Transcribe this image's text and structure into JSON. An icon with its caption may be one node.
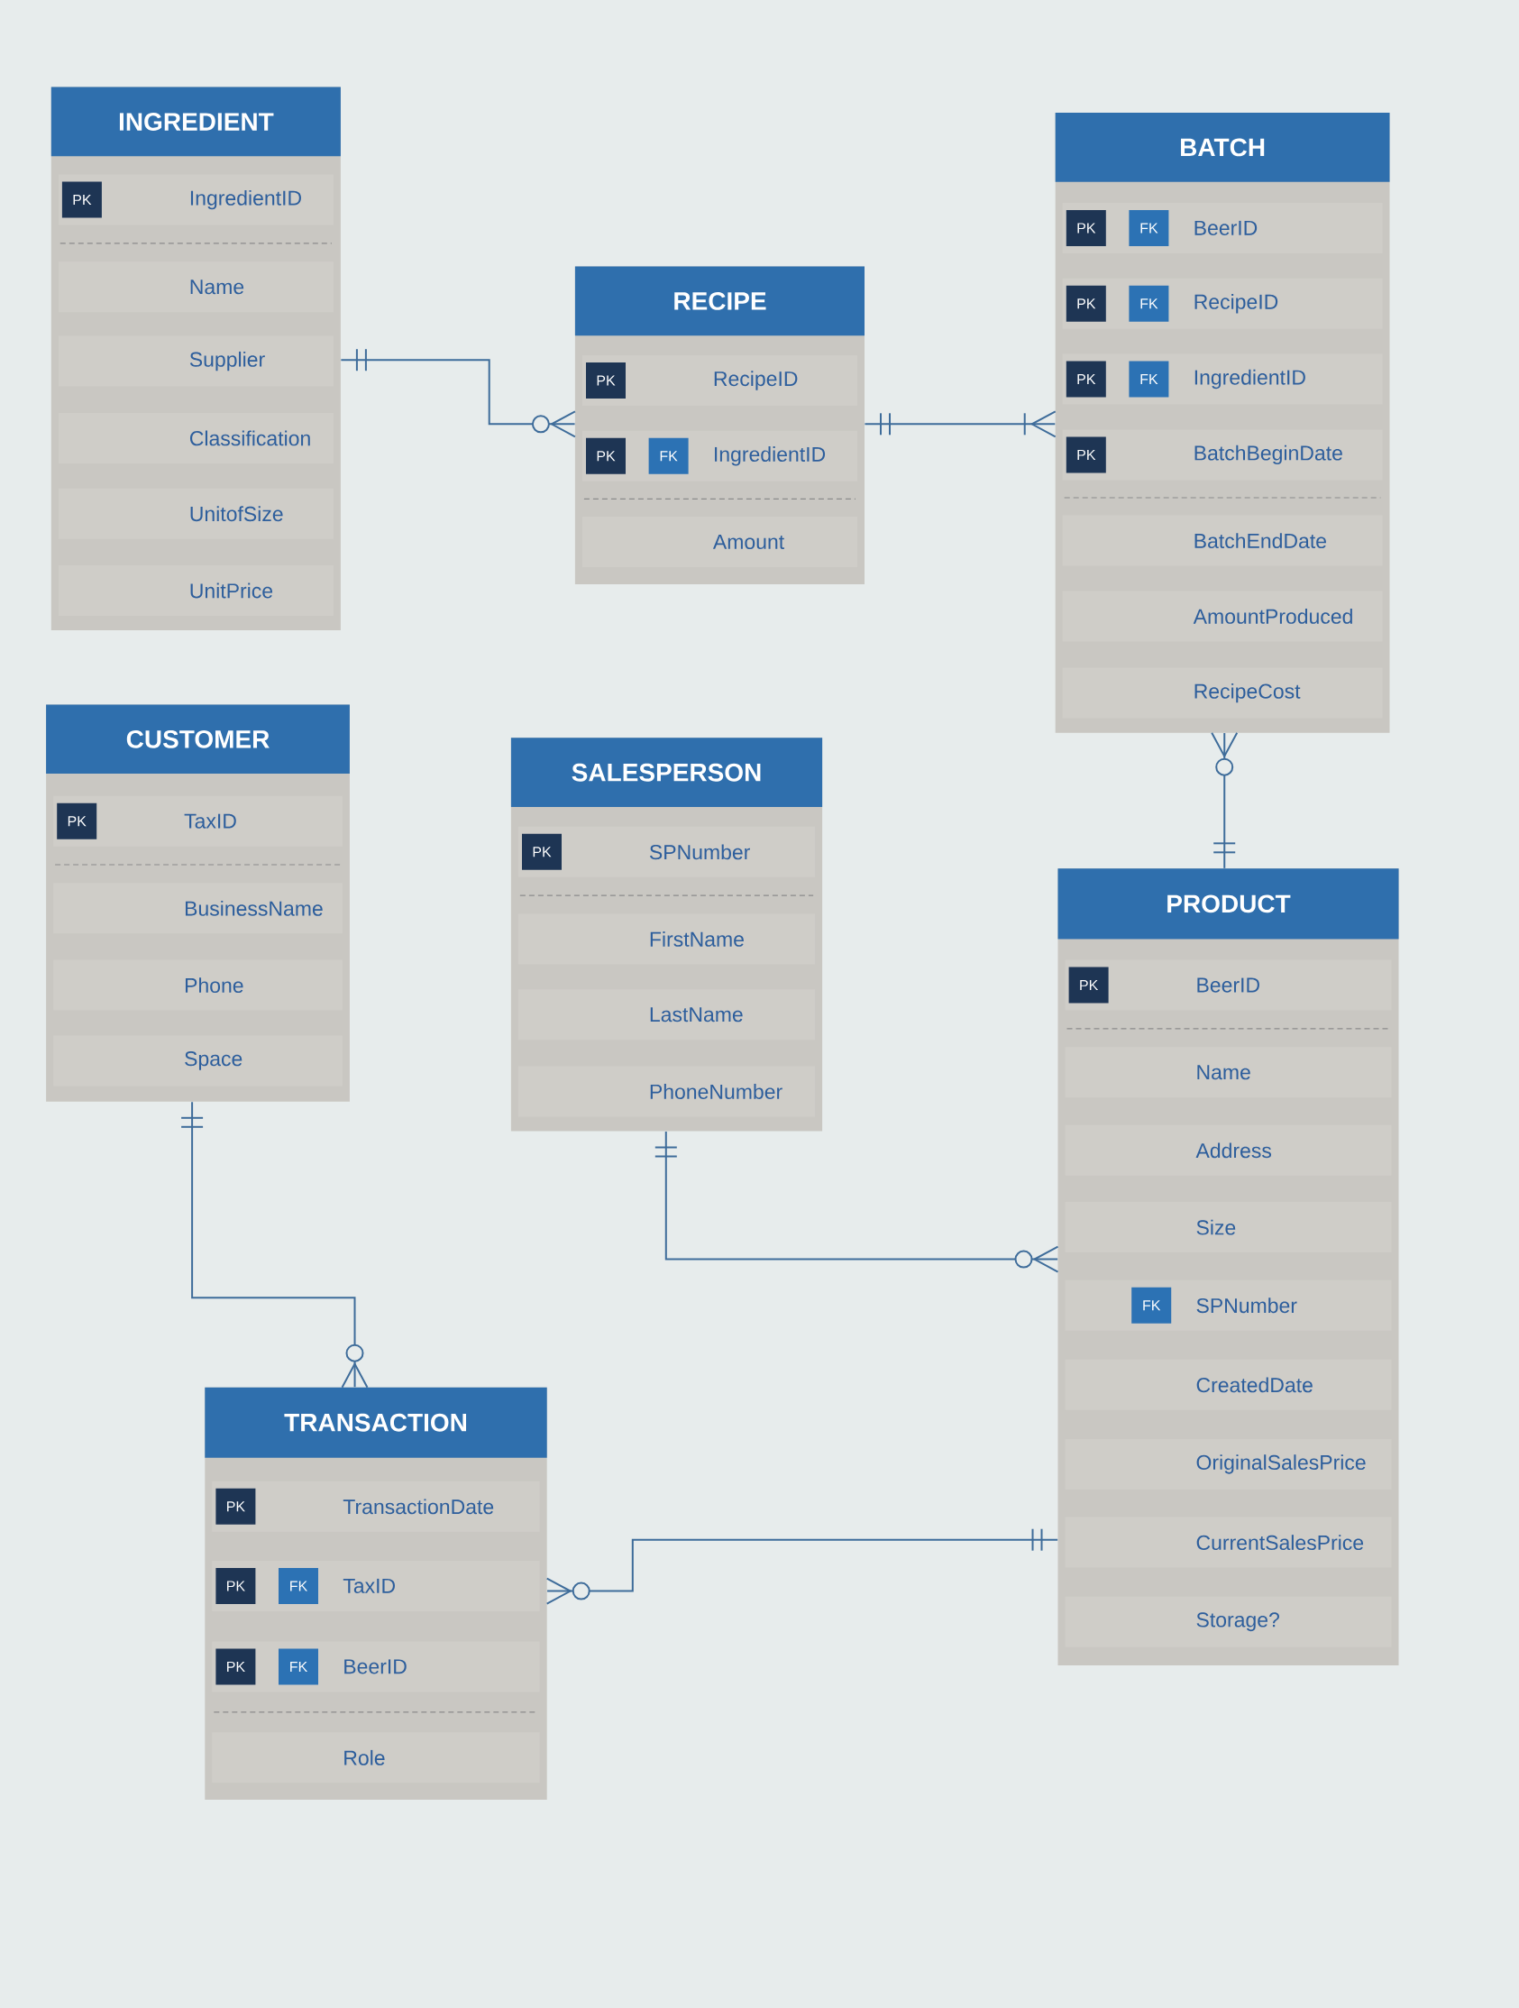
{
  "diagram": {
    "nodes": [
      {
        "text": [
          "INGREDIENT"
        ]
      },
      {
        "text": [
          "PK",
          "IngredientID"
        ],
        "in": 0
      },
      {
        "text": [
          "Name"
        ],
        "in": 0
      },
      {
        "text": [
          "Supplier"
        ],
        "in": 0
      },
      {
        "text": [
          "Classification"
        ],
        "in": 0
      },
      {
        "text": [
          "UnitofSize"
        ],
        "in": 0
      },
      {
        "text": [
          "UnitPrice"
        ],
        "in": 0
      },
      {
        "text": [
          "RECIPE"
        ]
      },
      {
        "text": [
          "PK",
          "RecipeID"
        ],
        "in": 7
      },
      {
        "text": [
          "PK",
          "FK",
          "IngredientID"
        ],
        "in": 7
      },
      {
        "text": [
          "Amount"
        ],
        "in": 7
      },
      {
        "text": [
          "BATCH"
        ]
      },
      {
        "text": [
          "PK",
          "FK",
          "BeerID"
        ],
        "in": 11
      },
      {
        "text": [
          "PK",
          "FK",
          "RecipeID"
        ],
        "in": 11
      },
      {
        "text": [
          "PK",
          "FK",
          "IngredientID"
        ],
        "in": 11
      },
      {
        "text": [
          "PK",
          "BatchBeginDate"
        ],
        "in": 11
      },
      {
        "text": [
          "BatchEndDate"
        ],
        "in": 11
      },
      {
        "text": [
          "AmountProduced"
        ],
        "in": 11
      },
      {
        "text": [
          "RecipeCost"
        ],
        "in": 11
      },
      {
        "text": [
          "CUSTOMER"
        ]
      },
      {
        "text": [
          "PK",
          "TaxID"
        ],
        "in": 19
      },
      {
        "text": [
          "BusinessName"
        ],
        "in": 19
      },
      {
        "text": [
          "Phone"
        ],
        "in": 19
      },
      {
        "text": [
          "Space"
        ],
        "in": 19
      },
      {
        "text": [
          "SALESPERSON"
        ]
      },
      {
        "text": [
          "PK",
          "SPNumber"
        ],
        "in": 24
      },
      {
        "text": [
          "FirstName"
        ],
        "in": 24
      },
      {
        "text": [
          "LastName"
        ],
        "in": 24
      },
      {
        "text": [
          "PhoneNumber"
        ],
        "in": 24
      },
      {
        "text": [
          "PRODUCT"
        ]
      },
      {
        "text": [
          "PK",
          "BeerID"
        ],
        "in": 29
      },
      {
        "text": [
          "Name"
        ],
        "in": 29
      },
      {
        "text": [
          "Address"
        ],
        "in": 29
      },
      {
        "text": [
          "Size"
        ],
        "in": 29
      },
      {
        "text": [
          "FK",
          "SPNumber"
        ],
        "in": 29
      },
      {
        "text": [
          "CreatedDate"
        ],
        "in": 29
      },
      {
        "text": [
          "OriginalSalesPrice"
        ],
        "in": 29
      },
      {
        "text": [
          "CurrentSalesPrice"
        ],
        "in": 29
      },
      {
        "text": [
          "Storage?"
        ],
        "in": 29
      },
      {
        "text": [
          "TRANSACTION"
        ]
      },
      {
        "text": [
          "PK",
          "TransactionDate"
        ],
        "in": 39
      },
      {
        "text": [
          "PK",
          "FK",
          "TaxID"
        ],
        "in": 39
      },
      {
        "text": [
          "PK",
          "FK",
          "BeerID"
        ],
        "in": 39
      },
      {
        "text": [
          "Role"
        ],
        "in": 39
      }
    ],
    "edges": [
      {
        "from": 0,
        "to": 7,
        "arrow": "other"
      },
      {
        "from": 7,
        "to": 11,
        "arrow": "other"
      },
      {
        "from": 29,
        "to": 11,
        "arrow": "other"
      },
      {
        "from": 24,
        "to": 29,
        "arrow": "other"
      },
      {
        "from": 19,
        "to": 39,
        "arrow": "other"
      },
      {
        "from": 29,
        "to": 39,
        "arrow": "other"
      }
    ]
  }
}
